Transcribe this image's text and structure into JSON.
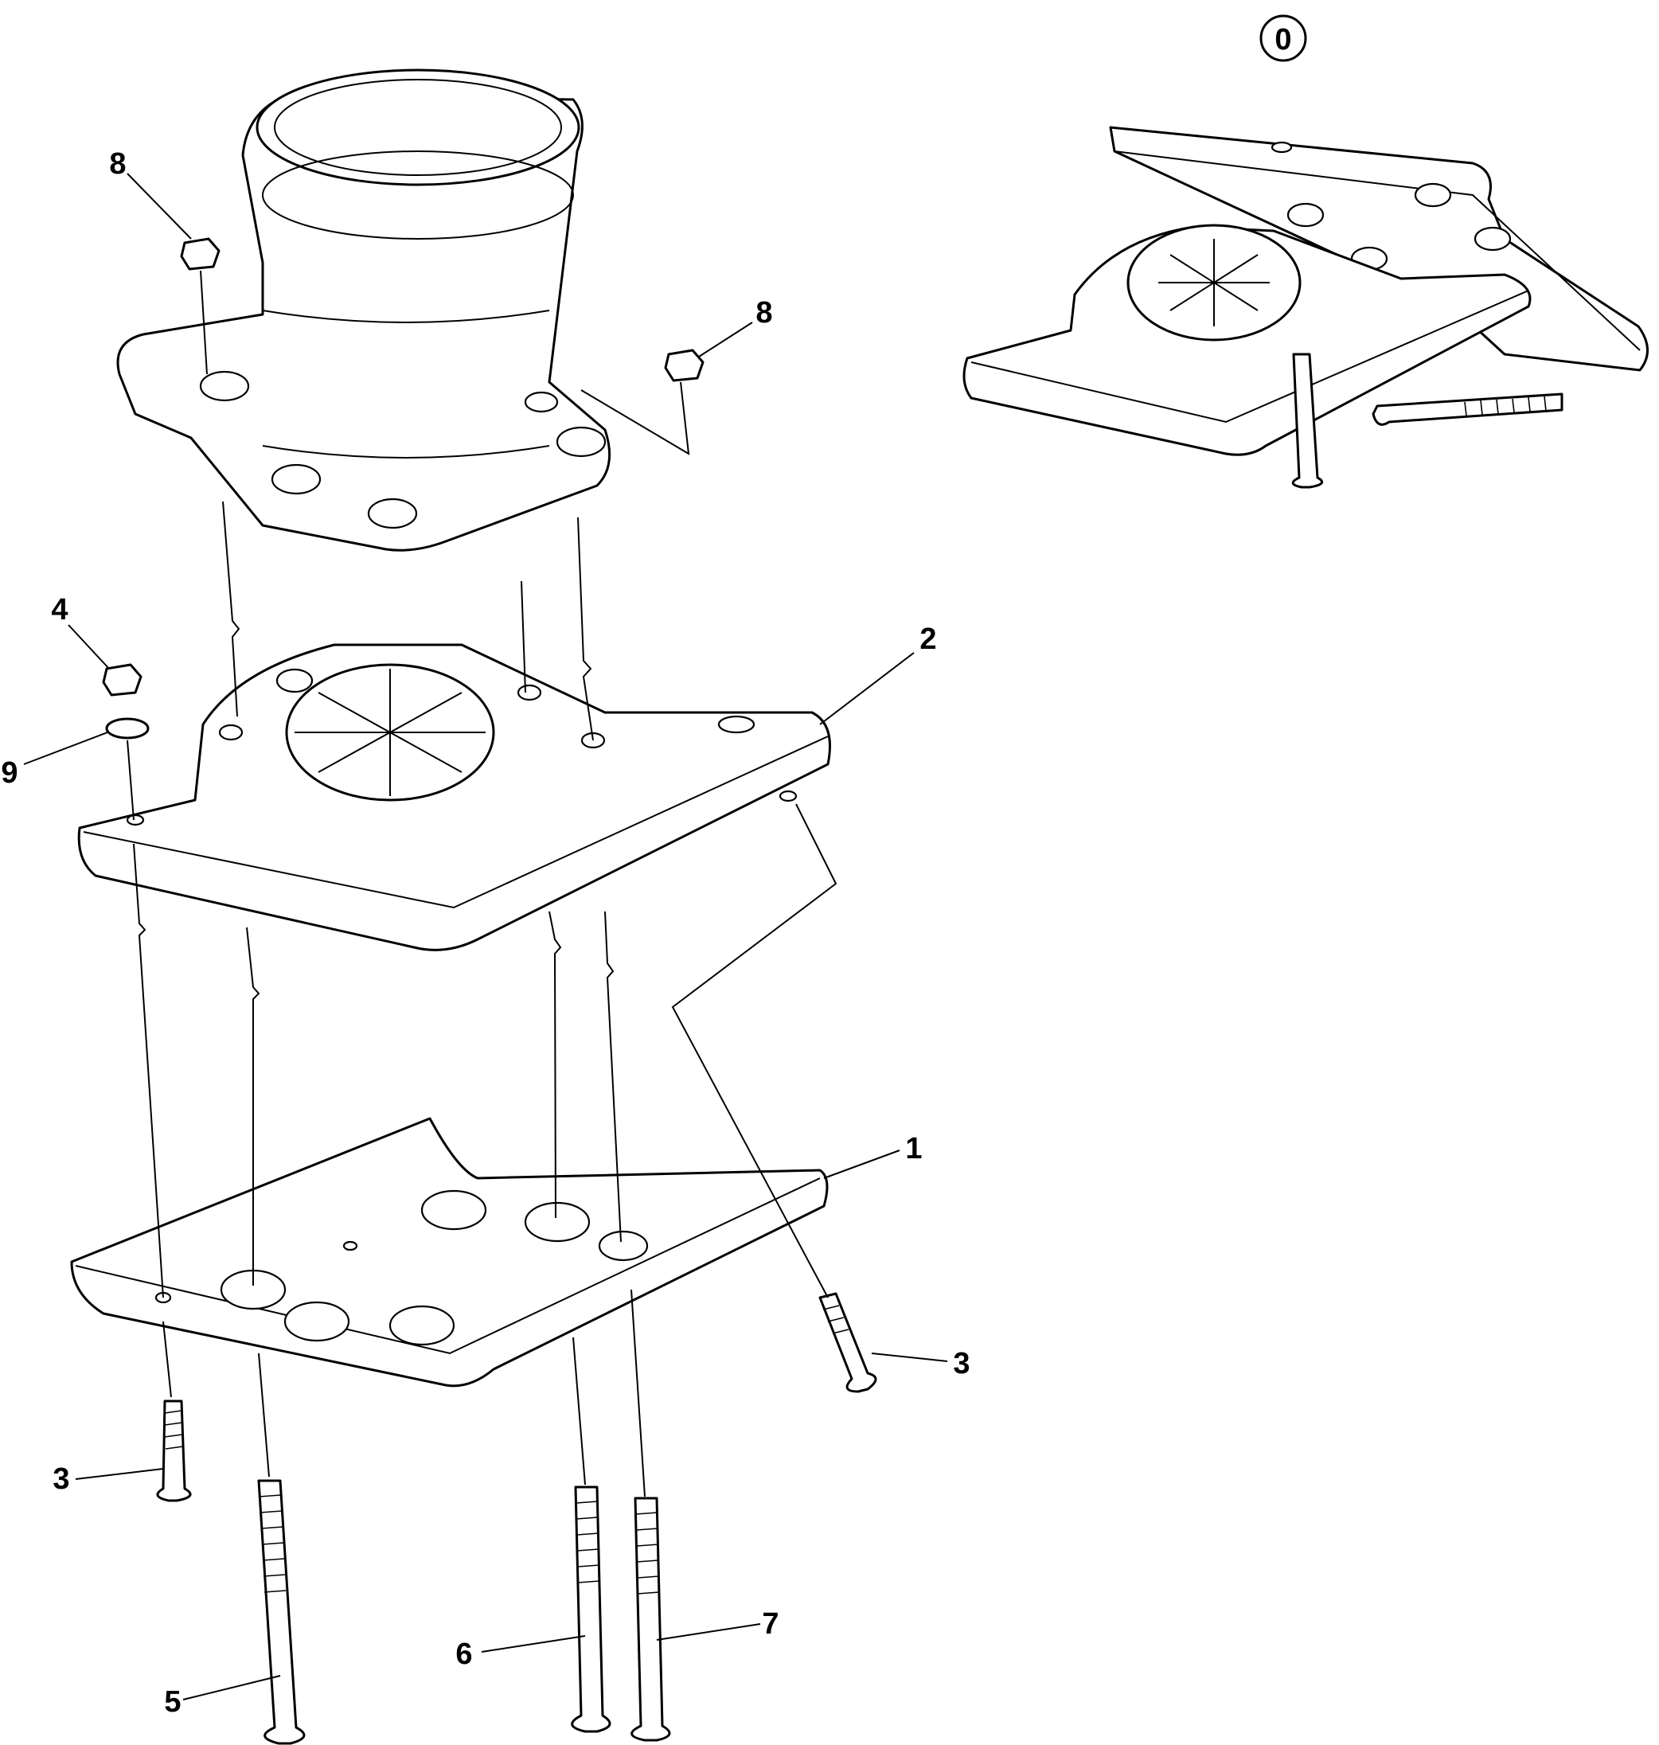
{
  "callouts": {
    "c0": "0",
    "c1": "1",
    "c2": "2",
    "c3a": "3",
    "c3b": "3",
    "c4": "4",
    "c5": "5",
    "c6": "6",
    "c7": "7",
    "c8a": "8",
    "c8b": "8",
    "c9": "9"
  }
}
